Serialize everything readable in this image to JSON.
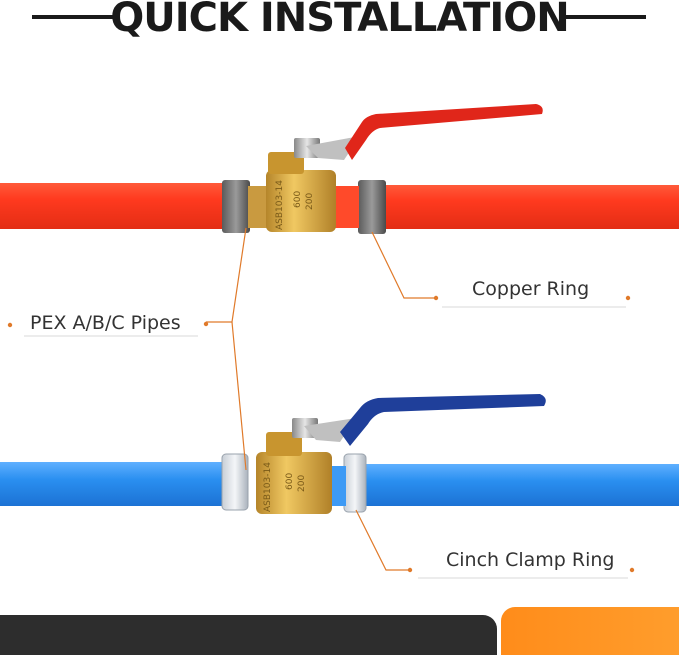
{
  "title": "QUICK INSTALLATION",
  "labels": {
    "copper_ring": "Copper Ring",
    "pex_pipes": "PEX A/B/C Pipes",
    "cinch_clamp_ring": "Cinch Clamp Ring"
  },
  "colors": {
    "red_pipe": "#ff3a1f",
    "blue_pipe": "#2a8ff0",
    "brass": "#d6a53a",
    "leader_line": "#e07a2a",
    "accent_orange": "#ff8c1a",
    "dark_bar": "#2d2d2d"
  },
  "icons": {
    "red_valve": "red-handle-ball-valve",
    "blue_valve": "blue-handle-ball-valve"
  }
}
